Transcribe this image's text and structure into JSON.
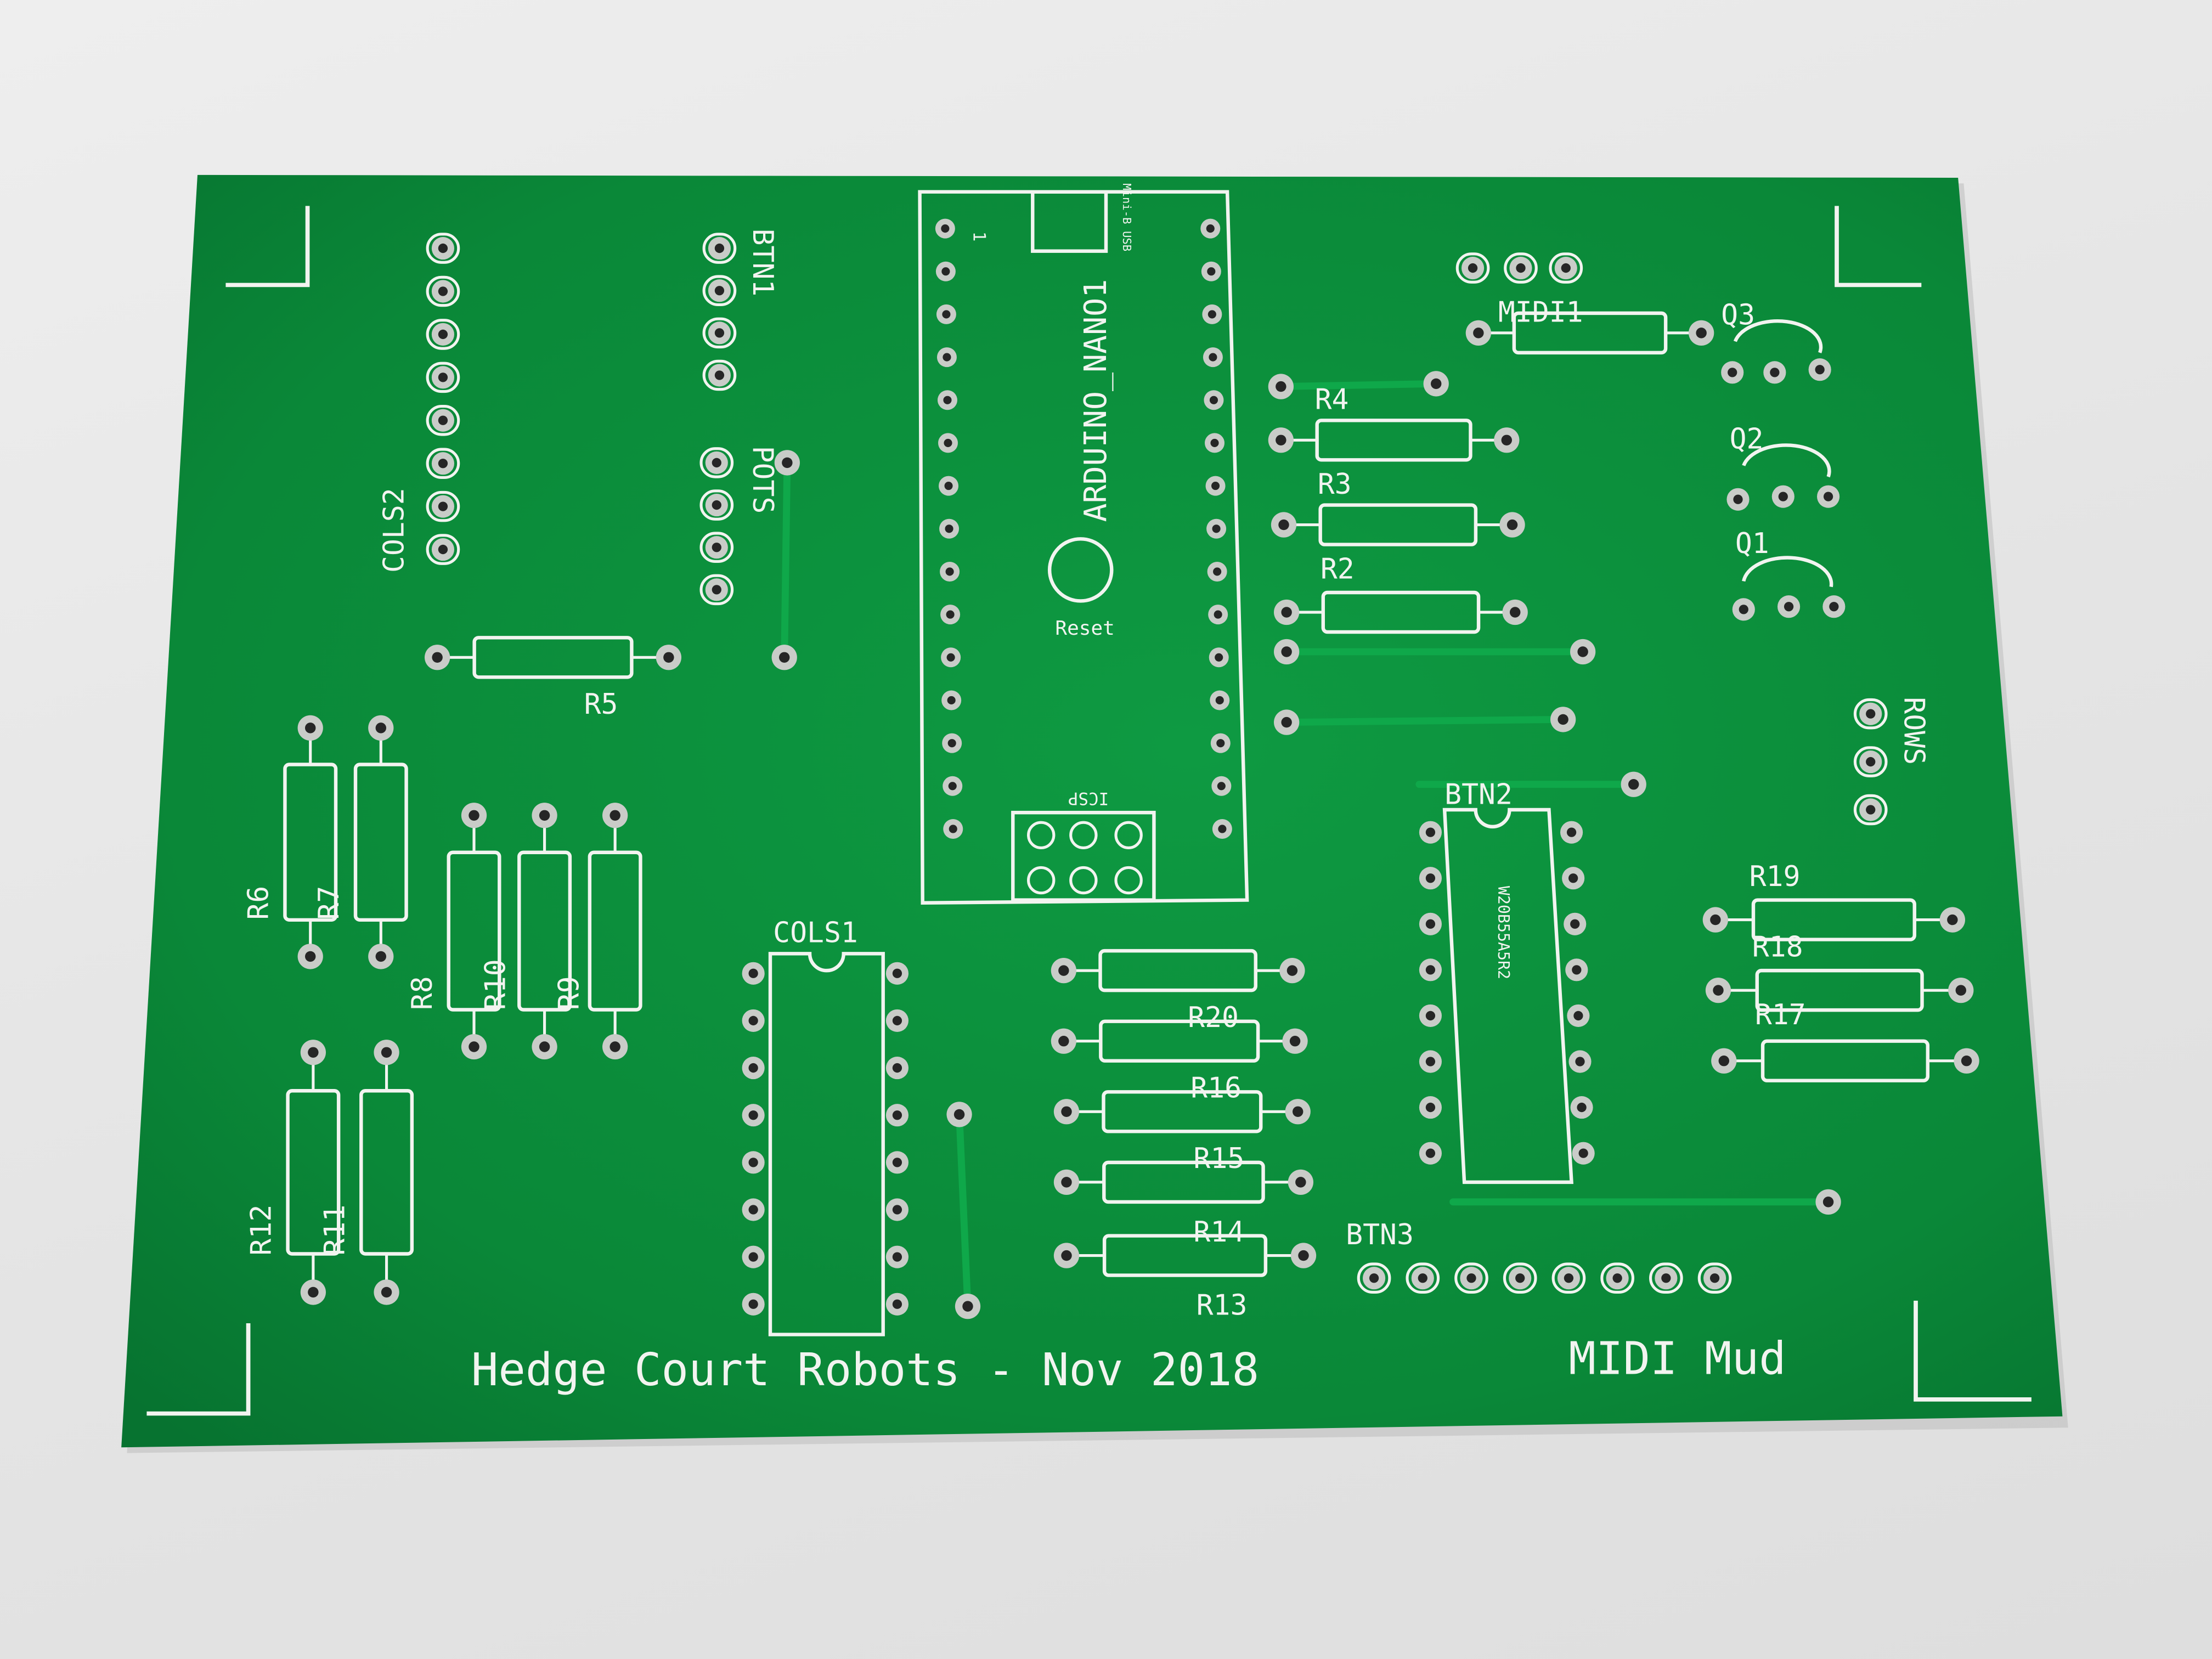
{
  "board": {
    "colors": {
      "board": "#0b8a3a",
      "board_dark": "#086f2e",
      "silk": "#f2f4f0",
      "pad": "#c9ccc8",
      "hole": "#262626",
      "trace": "#0fa84a",
      "background": "#e6e6e6"
    },
    "labels": {
      "ref_cols2": "COLS2",
      "ref_btn1": "BTN1",
      "ref_pots": "POTS",
      "ref_nano": "ARDUINO_NANO1",
      "ref_usb": "Mini-B USB",
      "ref_pin1": "1",
      "ref_reset": "Reset",
      "ref_icsp": "ICSP",
      "ref_midi1": "MIDI1",
      "ref_q1": "Q1",
      "ref_q2": "Q2",
      "ref_q3": "Q3",
      "ref_r2": "R2",
      "ref_r3": "R3",
      "ref_r4": "R4",
      "ref_r5": "R5",
      "ref_r6": "R6",
      "ref_r7": "R7",
      "ref_r8": "R8",
      "ref_r9": "R9",
      "ref_r10": "R10",
      "ref_r11": "R11",
      "ref_r12": "R12",
      "ref_r13": "R13",
      "ref_r14": "R14",
      "ref_r15": "R15",
      "ref_r16": "R16",
      "ref_r17": "R17",
      "ref_r18": "R18",
      "ref_r19": "R19",
      "ref_r20": "R20",
      "ref_rows": "ROWS",
      "ref_btn2": "BTN2",
      "ref_btn3": "BTN3",
      "ref_cols1": "COLS1",
      "ic_marking": "W20B55A5R2",
      "footer_credit": "Hedge Court Robots - Nov 2018",
      "footer_name": "MIDI Mud"
    }
  }
}
